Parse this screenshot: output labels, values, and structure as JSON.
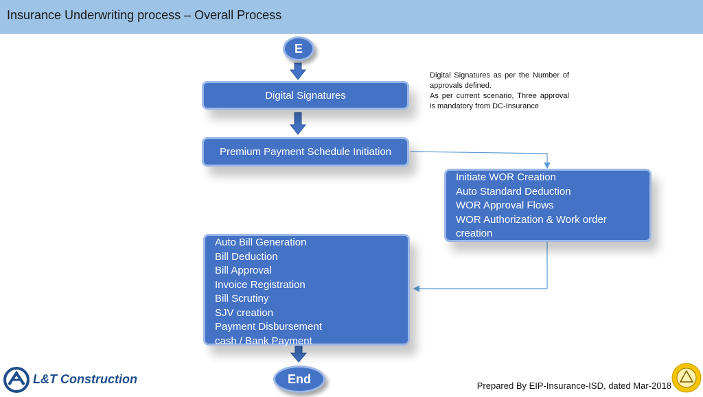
{
  "header": {
    "title": "Insurance Underwriting process – Overall Process"
  },
  "start_node": {
    "label": "E"
  },
  "end_node": {
    "label": "End"
  },
  "steps": {
    "digital_signatures": "Digital Signatures",
    "premium_payment": "Premium Payment Schedule Initiation",
    "wor_items": [
      "Initiate WOR Creation",
      "Auto Standard Deduction",
      "WOR Approval Flows",
      "WOR Authorization & Work order",
      "creation"
    ],
    "bill_items": [
      "Auto Bill Generation",
      "Bill Deduction",
      "Bill Approval",
      "Invoice Registration",
      "Bill Scrutiny",
      "SJV creation",
      "Payment Disbursement",
      "cash / Bank Payment"
    ]
  },
  "note": {
    "line1": "Digital Signatures as per the Number of approvals defined.",
    "line2": "As per current scenario, Three approval is mandatory from DC-Insurance"
  },
  "footer": {
    "prepared_by": "Prepared By EIP-Insurance-ISD, dated Mar-2018"
  },
  "logo": {
    "text": "L&T Construction"
  },
  "colors": {
    "box_fill": "#4472c4",
    "box_border": "#9cb8e8",
    "header_bg": "#9dc3e6",
    "connector": "#5b9bd5"
  }
}
